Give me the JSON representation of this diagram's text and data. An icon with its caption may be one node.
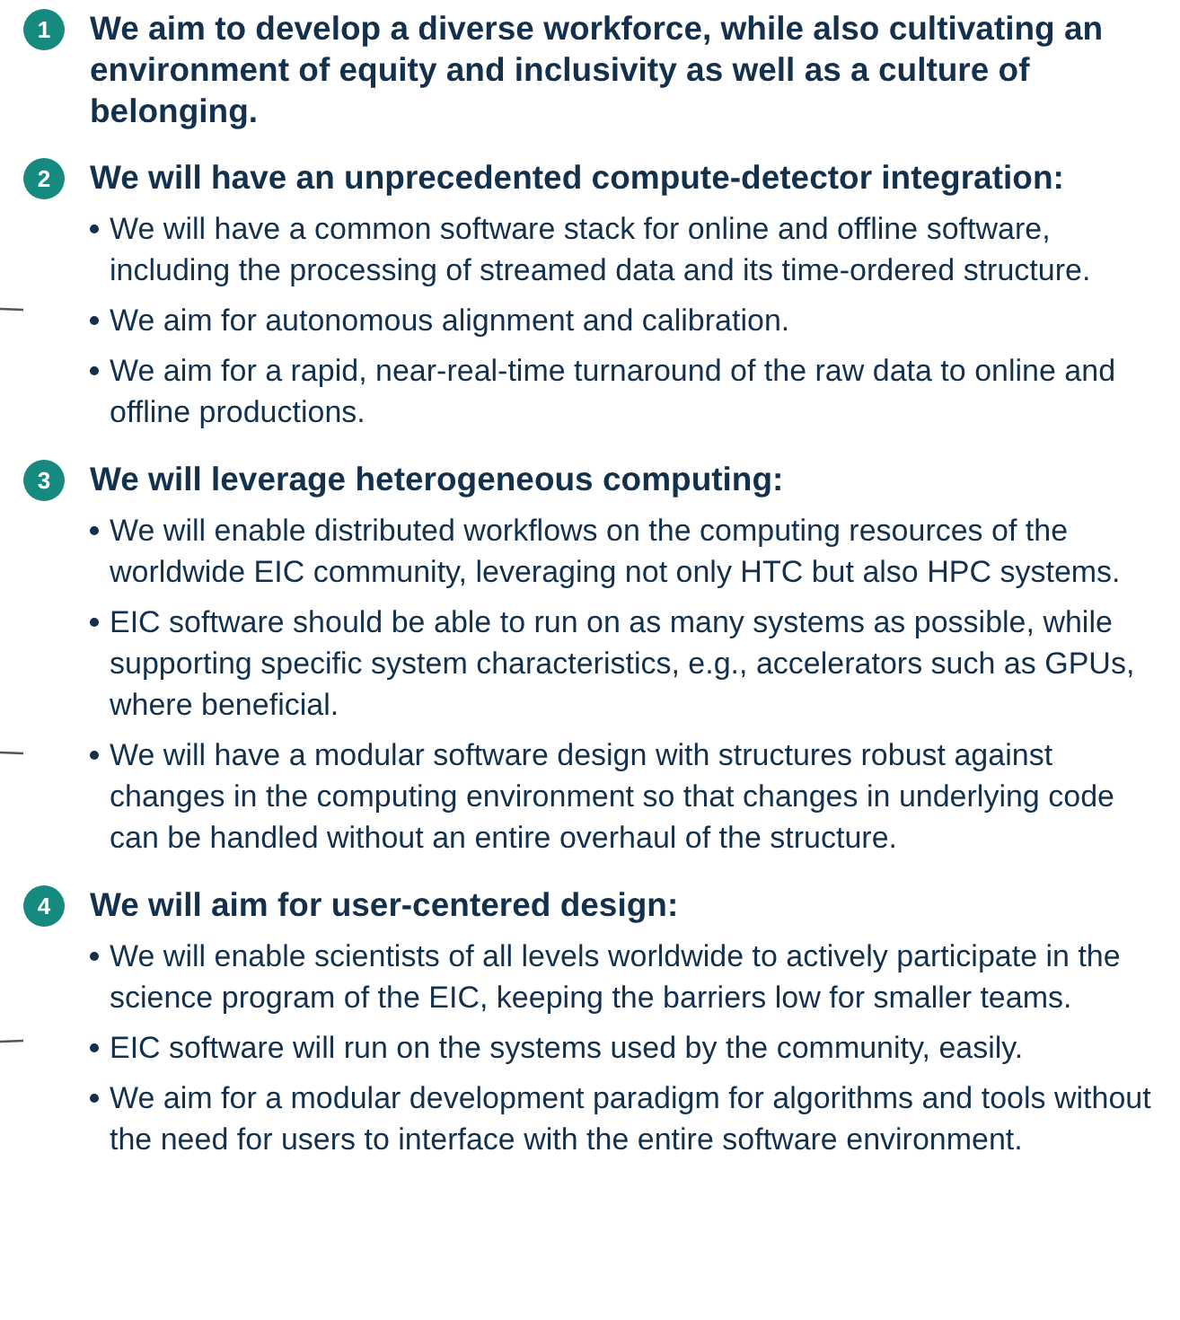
{
  "diagram": {
    "nodes": [
      {
        "text": [
          "1"
        ],
        "beside": [
          "We aim to develop a diverse workforce, while also cultivating an environment of equity and inclusivity as well as a culture of belonging."
        ]
      },
      {
        "text": [
          "2"
        ],
        "beside": [
          "We will have an unprecedented compute-detector integration:",
          "We will have a common software stack for online and offline software, including the processing of streamed data and its time-ordered structure.",
          "We aim for autonomous alignment and calibration.",
          "We aim for a rapid, near-real-time turnaround of the raw data to online and offline productions."
        ]
      },
      {
        "text": [
          "3"
        ],
        "beside": [
          "We will leverage heterogeneous computing:",
          "We will enable distributed workflows on the computing resources of the worldwide EIC community, leveraging not only HTC but also HPC systems.",
          "EIC software should be able to run on as many systems as possible, while supporting specific system characteristics, e.g., accelerators such as GPUs, where beneficial.",
          "We will have a modular software design with structures robust against changes in the computing environment so that changes in underlying code can be handled without an entire overhaul of the structure."
        ]
      },
      {
        "text": [
          "4"
        ],
        "beside": [
          "We will aim for user-centered design:",
          "We will enable scientists of all levels worldwide to actively participate in the science program of the EIC, keeping the barriers low for smaller teams.",
          "EIC software will run on the systems used by the community, easily.",
          "We aim for a modular development paradigm for algorithms and tools without the need for users to interface with the entire software environment."
        ]
      }
    ],
    "edges": [
      {
        "from": null,
        "to": 1,
        "arrow": "none"
      },
      {
        "from": null,
        "to": 2,
        "arrow": "none"
      },
      {
        "from": null,
        "to": 3,
        "arrow": "none"
      }
    ]
  }
}
